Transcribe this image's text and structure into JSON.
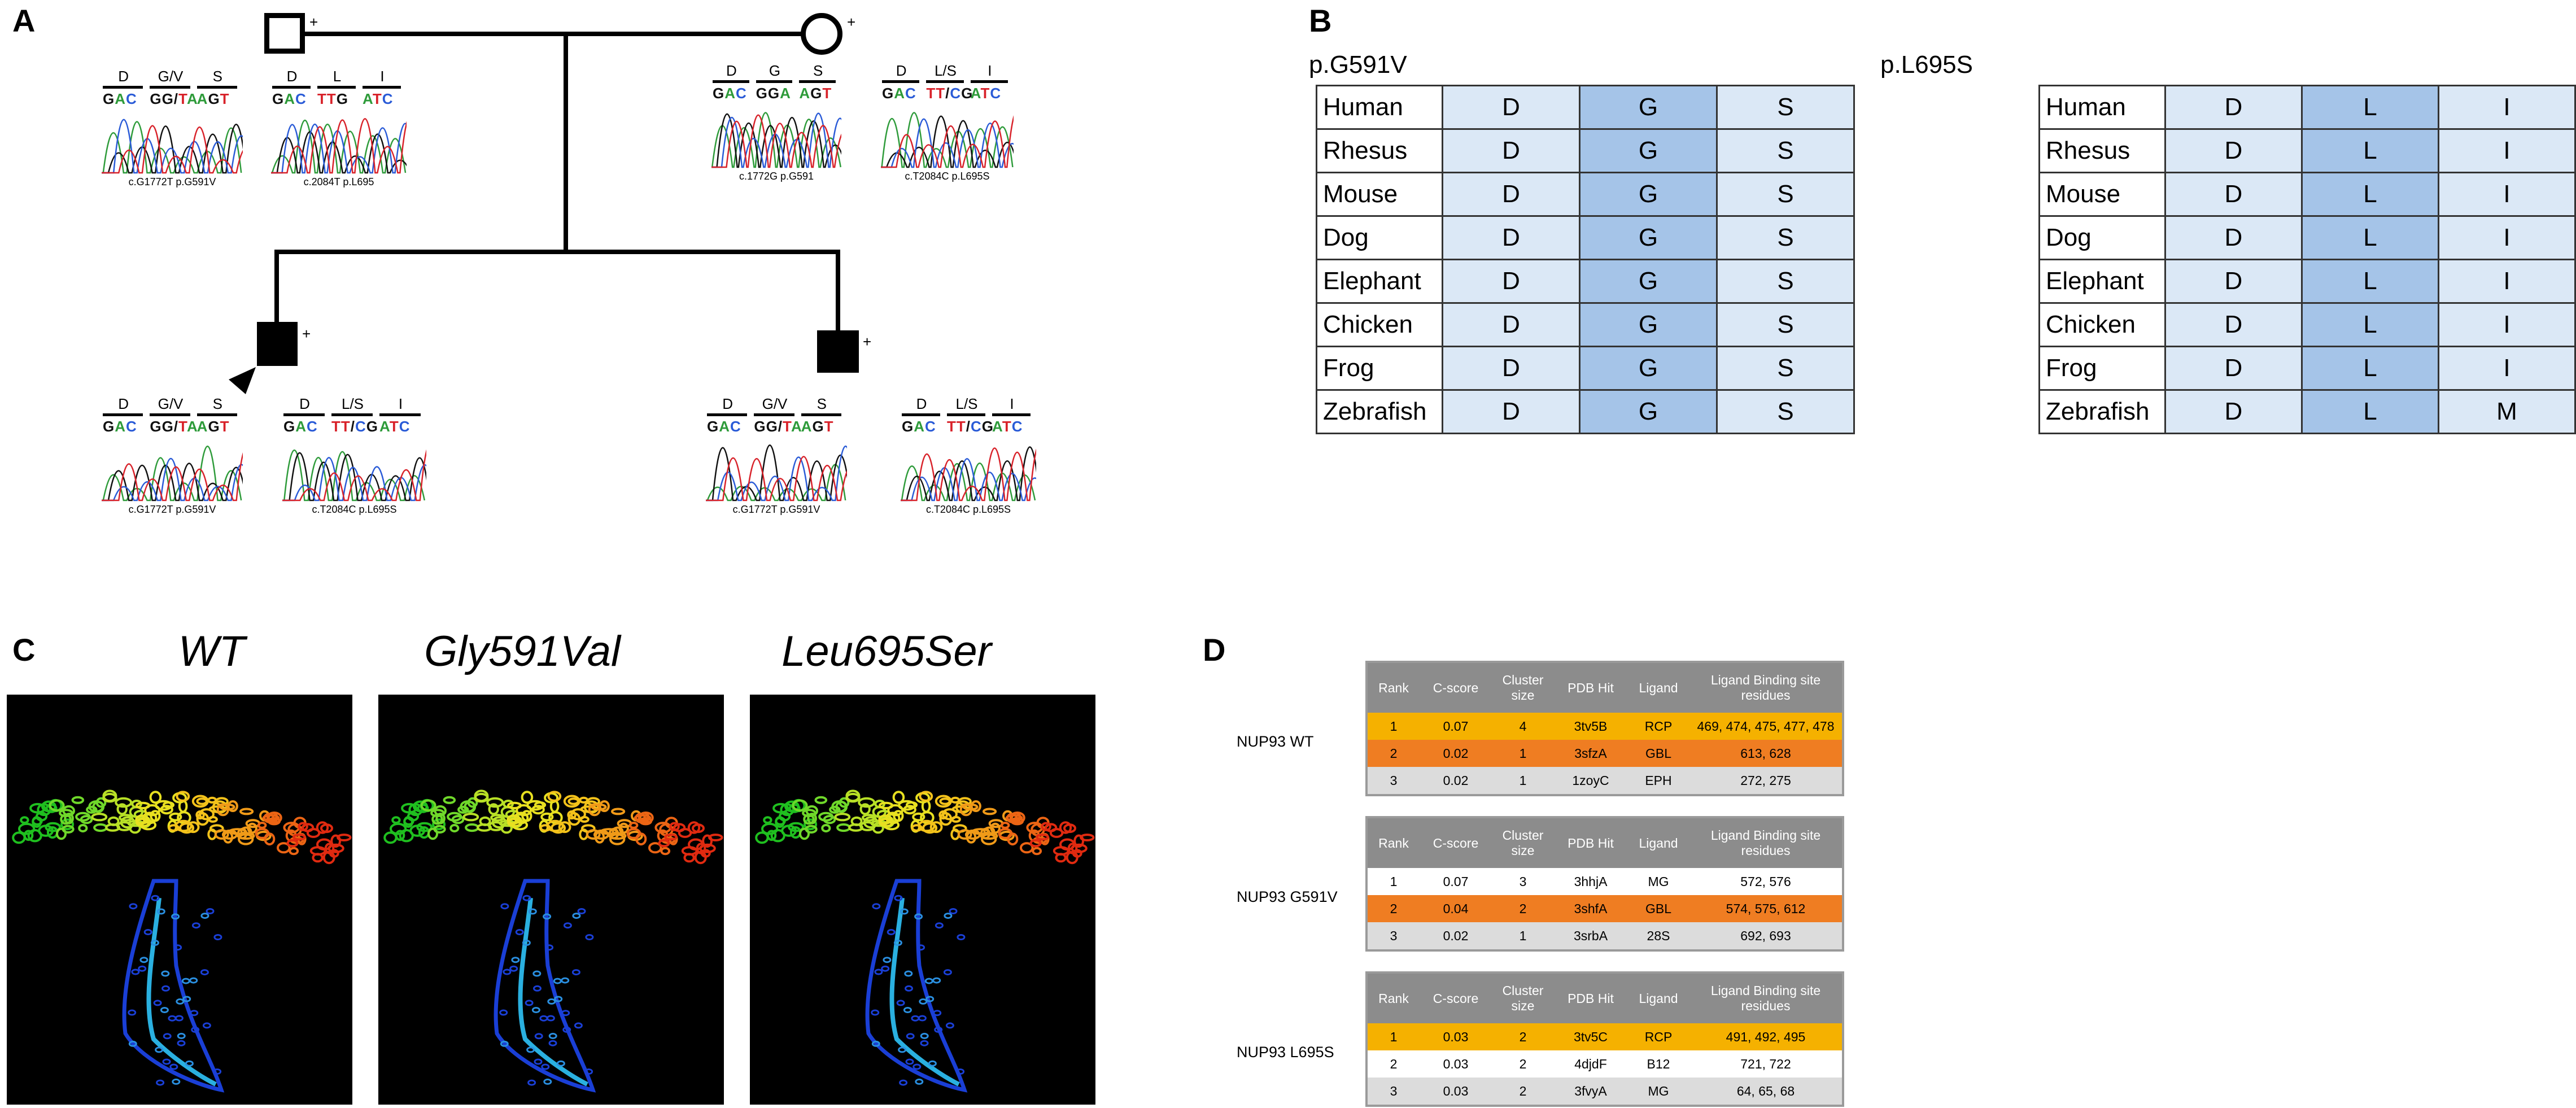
{
  "panel_labels": {
    "a": "A",
    "b": "B",
    "c": "C",
    "d": "D"
  },
  "pedigree": {
    "plus": "+",
    "father": {
      "left": {
        "aa": [
          "D",
          "G/V",
          "S"
        ],
        "nt": [
          [
            "G",
            "A",
            "C"
          ],
          [
            "G",
            "G",
            "/",
            "T",
            "A"
          ],
          [
            "A",
            "G",
            "T"
          ]
        ],
        "caption": "c.G1772T p.G591V"
      },
      "right": {
        "aa": [
          "D",
          "L",
          "I"
        ],
        "nt": [
          [
            "G",
            "A",
            "C"
          ],
          [
            "T",
            "T",
            "G"
          ],
          [
            "A",
            "T",
            "C"
          ]
        ],
        "caption": "c.2084T p.L695"
      }
    },
    "mother": {
      "left": {
        "aa": [
          "D",
          "G",
          "S"
        ],
        "nt": [
          [
            "G",
            "A",
            "C"
          ],
          [
            "G",
            "G",
            "A"
          ],
          [
            "A",
            "G",
            "T"
          ]
        ],
        "caption": "c.1772G p.G591"
      },
      "right": {
        "aa": [
          "D",
          "L/S",
          "I"
        ],
        "nt": [
          [
            "G",
            "A",
            "C"
          ],
          [
            "T",
            "T",
            "/",
            "C",
            "G"
          ],
          [
            "A",
            "T",
            "C"
          ]
        ],
        "caption": "c.T2084C p.L695S"
      }
    },
    "son1": {
      "left": {
        "aa": [
          "D",
          "G/V",
          "S"
        ],
        "nt": [
          [
            "G",
            "A",
            "C"
          ],
          [
            "G",
            "G",
            "/",
            "T",
            "A"
          ],
          [
            "A",
            "G",
            "T"
          ]
        ],
        "caption": "c.G1772T p.G591V"
      },
      "right": {
        "aa": [
          "D",
          "L/S",
          "I"
        ],
        "nt": [
          [
            "G",
            "A",
            "C"
          ],
          [
            "T",
            "T",
            "/",
            "C",
            "G"
          ],
          [
            "A",
            "T",
            "C"
          ]
        ],
        "caption": "c.T2084C p.L695S"
      }
    },
    "son2": {
      "left": {
        "aa": [
          "D",
          "G/V",
          "S"
        ],
        "nt": [
          [
            "G",
            "A",
            "C"
          ],
          [
            "G",
            "G",
            "/",
            "T",
            "A"
          ],
          [
            "A",
            "G",
            "T"
          ]
        ],
        "caption": "c.G1772T p.G591V"
      },
      "right": {
        "aa": [
          "D",
          "L/S",
          "I"
        ],
        "nt": [
          [
            "G",
            "A",
            "C"
          ],
          [
            "T",
            "T",
            "/",
            "C",
            "G"
          ],
          [
            "A",
            "T",
            "C"
          ]
        ],
        "caption": "c.T2084C p.L695S"
      }
    }
  },
  "conservation": {
    "left_title": "p.G591V",
    "right_title": "p.L695S",
    "left_rows": [
      [
        "Human",
        "D",
        "G",
        "S"
      ],
      [
        "Rhesus",
        "D",
        "G",
        "S"
      ],
      [
        "Mouse",
        "D",
        "G",
        "S"
      ],
      [
        "Dog",
        "D",
        "G",
        "S"
      ],
      [
        "Elephant",
        "D",
        "G",
        "S"
      ],
      [
        "Chicken",
        "D",
        "G",
        "S"
      ],
      [
        "Frog",
        "D",
        "G",
        "S"
      ],
      [
        "Zebrafish",
        "D",
        "G",
        "S"
      ]
    ],
    "right_rows": [
      [
        "Human",
        "D",
        "L",
        "I"
      ],
      [
        "Rhesus",
        "D",
        "L",
        "I"
      ],
      [
        "Mouse",
        "D",
        "L",
        "I"
      ],
      [
        "Dog",
        "D",
        "L",
        "I"
      ],
      [
        "Elephant",
        "D",
        "L",
        "I"
      ],
      [
        "Chicken",
        "D",
        "L",
        "I"
      ],
      [
        "Frog",
        "D",
        "L",
        "I"
      ],
      [
        "Zebrafish",
        "D",
        "L",
        "M"
      ]
    ]
  },
  "structures": {
    "titles": [
      "WT",
      "Gly591Val",
      "Leu695Ser"
    ]
  },
  "ligand_tables": {
    "headers": [
      "Rank",
      "C-score",
      "Cluster size",
      "PDB Hit",
      "Ligand",
      "Ligand Binding site residues"
    ],
    "tables": [
      {
        "label": "NUP93 WT",
        "rows": [
          {
            "style": "gold",
            "cells": [
              "1",
              "0.07",
              "4",
              "3tv5B",
              "RCP",
              "469, 474, 475, 477, 478"
            ]
          },
          {
            "style": "orange",
            "cells": [
              "2",
              "0.02",
              "1",
              "3sfzA",
              "GBL",
              "613, 628"
            ]
          },
          {
            "style": "gray",
            "cells": [
              "3",
              "0.02",
              "1",
              "1zoyC",
              "EPH",
              "272, 275"
            ]
          }
        ]
      },
      {
        "label": "NUP93 G591V",
        "rows": [
          {
            "style": "white",
            "cells": [
              "1",
              "0.07",
              "3",
              "3hhjA",
              "MG",
              "572, 576"
            ]
          },
          {
            "style": "orange",
            "cells": [
              "2",
              "0.04",
              "2",
              "3shfA",
              "GBL",
              "574, 575, 612"
            ]
          },
          {
            "style": "gray",
            "cells": [
              "3",
              "0.02",
              "1",
              "3srbA",
              "28S",
              "692, 693"
            ]
          }
        ]
      },
      {
        "label": "NUP93 L695S",
        "rows": [
          {
            "style": "gold",
            "cells": [
              "1",
              "0.03",
              "2",
              "3tv5C",
              "RCP",
              "491, 492, 495"
            ]
          },
          {
            "style": "white",
            "cells": [
              "2",
              "0.03",
              "2",
              "4djdF",
              "B12",
              "721, 722"
            ]
          },
          {
            "style": "gray",
            "cells": [
              "3",
              "0.03",
              "2",
              "3fvyA",
              "MG",
              "64, 65, 68"
            ]
          }
        ]
      }
    ]
  }
}
